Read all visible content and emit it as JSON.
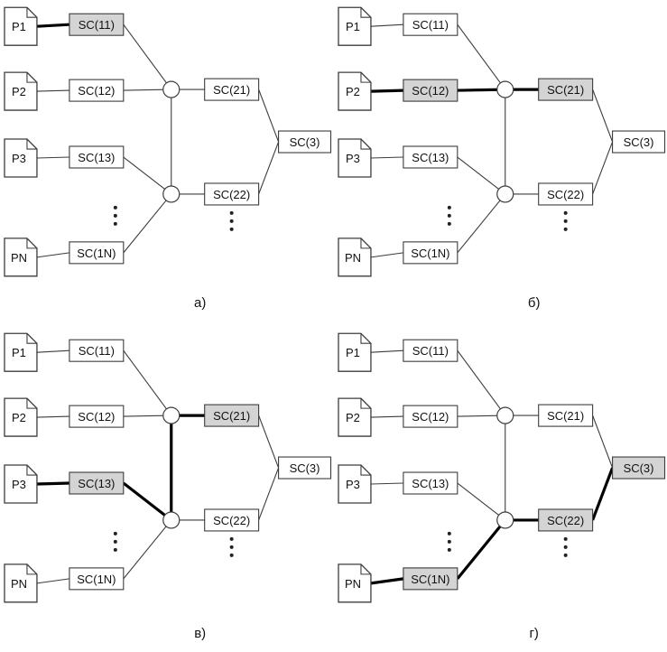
{
  "colors": {
    "background": "#ffffff",
    "box_fill": "#ffffff",
    "box_border": "#3c3c3c",
    "highlight_fill": "#d4d4d4",
    "line": "#3c3c3c",
    "bold_line": "#000000"
  },
  "panels": [
    {
      "caption": "а)",
      "processors": [
        "P1",
        "P2",
        "P3",
        "PN"
      ],
      "stage1_switches": [
        "SC(11)",
        "SC(12)",
        "SC(13)",
        "SC(1N)"
      ],
      "stage2_switches": [
        "SC(21)",
        "SC(22)"
      ],
      "stage3_switch": "SC(3)",
      "highlighted_switches": [
        "SC(11)"
      ],
      "bold_connections": [
        [
          "P1",
          "SC(11)"
        ]
      ]
    },
    {
      "caption": "б)",
      "processors": [
        "P1",
        "P2",
        "P3",
        "PN"
      ],
      "stage1_switches": [
        "SC(11)",
        "SC(12)",
        "SC(13)",
        "SC(1N)"
      ],
      "stage2_switches": [
        "SC(21)",
        "SC(22)"
      ],
      "stage3_switch": "SC(3)",
      "highlighted_switches": [
        "SC(12)",
        "SC(21)"
      ],
      "bold_connections": [
        [
          "P2",
          "SC(12)"
        ],
        [
          "SC(12)",
          "node-upper"
        ],
        [
          "node-upper",
          "SC(21)"
        ]
      ]
    },
    {
      "caption": "в)",
      "processors": [
        "P1",
        "P2",
        "P3",
        "PN"
      ],
      "stage1_switches": [
        "SC(11)",
        "SC(12)",
        "SC(13)",
        "SC(1N)"
      ],
      "stage2_switches": [
        "SC(21)",
        "SC(22)"
      ],
      "stage3_switch": "SC(3)",
      "highlighted_switches": [
        "SC(13)",
        "SC(21)"
      ],
      "bold_connections": [
        [
          "P3",
          "SC(13)"
        ],
        [
          "SC(13)",
          "node-lower"
        ],
        [
          "node-lower",
          "node-upper"
        ],
        [
          "node-upper",
          "SC(21)"
        ]
      ]
    },
    {
      "caption": "г)",
      "processors": [
        "P1",
        "P2",
        "P3",
        "PN"
      ],
      "stage1_switches": [
        "SC(11)",
        "SC(12)",
        "SC(13)",
        "SC(1N)"
      ],
      "stage2_switches": [
        "SC(21)",
        "SC(22)"
      ],
      "stage3_switch": "SC(3)",
      "highlighted_switches": [
        "SC(1N)",
        "SC(22)",
        "SC(3)"
      ],
      "bold_connections": [
        [
          "PN",
          "SC(1N)"
        ],
        [
          "SC(1N)",
          "node-lower"
        ],
        [
          "node-lower",
          "SC(22)"
        ],
        [
          "SC(22)",
          "SC(3)"
        ]
      ]
    }
  ]
}
